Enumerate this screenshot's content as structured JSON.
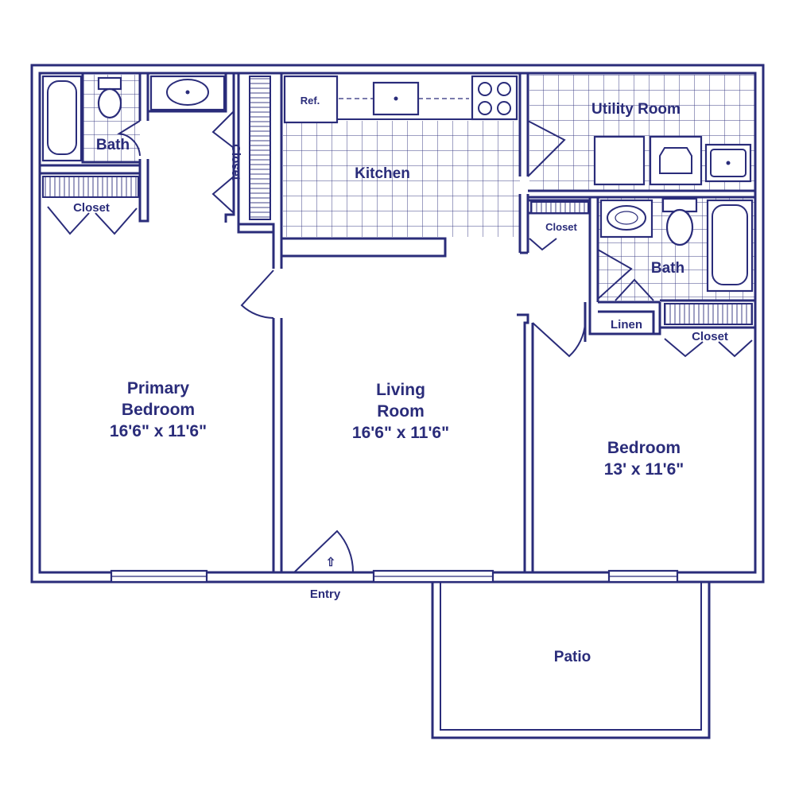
{
  "colors": {
    "ink": "#2a2c7a",
    "background": "#ffffff"
  },
  "rooms": {
    "primary_bedroom": {
      "name_line1": "Primary",
      "name_line2": "Bedroom",
      "size": "16'6\" x 11'6\""
    },
    "living_room": {
      "name_line1": "Living",
      "name_line2": "Room",
      "size": "16'6\" x 11'6\""
    },
    "bedroom": {
      "name": "Bedroom",
      "size": "13' x 11'6\""
    },
    "kitchen": {
      "name": "Kitchen"
    },
    "utility_room": {
      "name": "Utility Room"
    },
    "bath_primary": {
      "name": "Bath"
    },
    "bath_second": {
      "name": "Bath"
    },
    "closet_primary": {
      "name": "Closet"
    },
    "closet_walkin": {
      "name": "Closet"
    },
    "closet_hall": {
      "name": "Closet"
    },
    "closet_bedroom": {
      "name": "Closet"
    },
    "linen": {
      "name": "Linen"
    },
    "patio": {
      "name": "Patio"
    },
    "entry": {
      "name": "Entry"
    }
  },
  "fixtures": {
    "refrigerator": "Ref.",
    "entry_arrow": "⇧"
  }
}
